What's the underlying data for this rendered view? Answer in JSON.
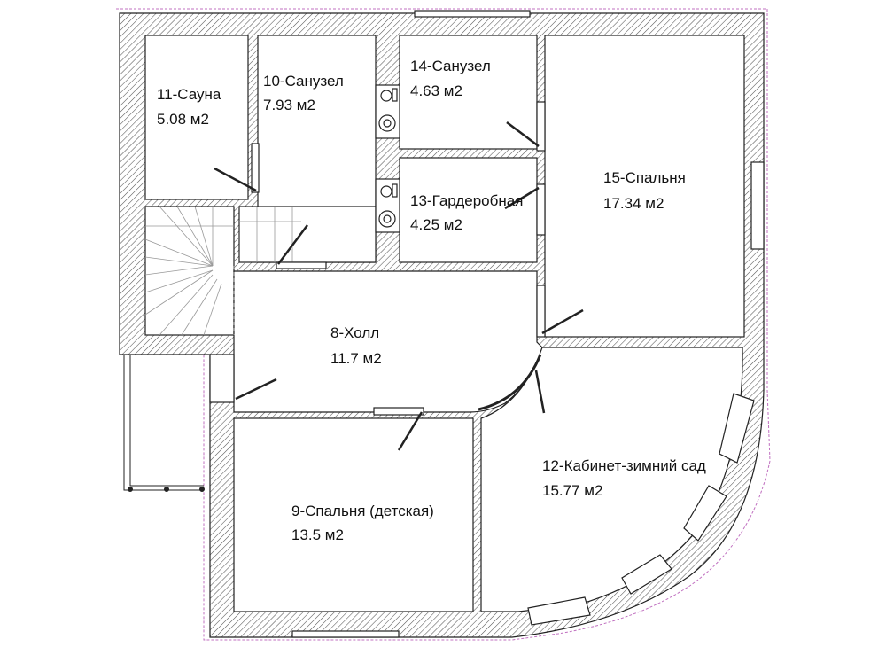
{
  "rooms": [
    {
      "id": "sauna",
      "name": "11-Сауна",
      "area": "5.08 м2"
    },
    {
      "id": "bath10",
      "name": "10-Санузел",
      "area": "7.93 м2"
    },
    {
      "id": "bath14",
      "name": "14-Санузел",
      "area": "4.63 м2"
    },
    {
      "id": "wardrobe",
      "name": "13-Гардеробная",
      "area": "4.25 м2"
    },
    {
      "id": "bedroom15",
      "name": "15-Спальня",
      "area": "17.34 м2"
    },
    {
      "id": "hall",
      "name": "8-Холл",
      "area": "11.7 м2"
    },
    {
      "id": "kidsroom",
      "name": "9-Спальня (детская)",
      "area": "13.5 м2"
    },
    {
      "id": "office",
      "name": "12-Кабинет-зимний сад",
      "area": "15.77 м2"
    }
  ],
  "colors": {
    "wall_hatch": "#555555",
    "line": "#222222",
    "outline_dashed": "#c070c0",
    "stair": "#999999"
  }
}
